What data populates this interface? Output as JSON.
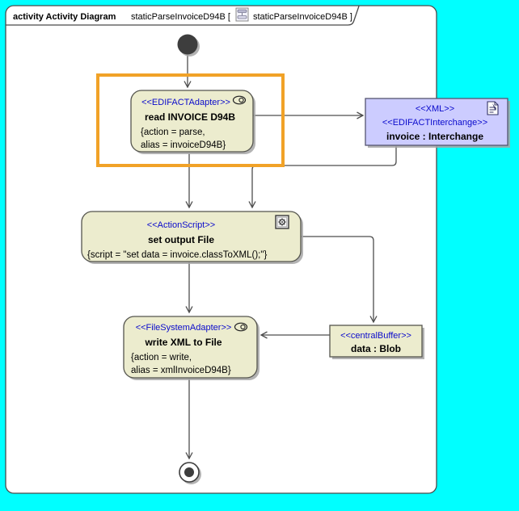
{
  "diagram": {
    "tab": {
      "keyword": "activity Activity Diagram",
      "name_part": "staticParseInvoiceD94B [",
      "ref_part": "staticParseInvoiceD94B ]"
    },
    "nodes": {
      "read_invoice": {
        "stereotype": "<<EDIFACTAdapter>>",
        "name": "read INVOICE D94B",
        "prop1": "{action = parse,",
        "prop2": "alias = invoiceD94B}"
      },
      "invoice_interchange": {
        "stereotype1": "<<XML>>",
        "stereotype2": "<<EDIFACTInterchange>>",
        "name": "invoice : Interchange"
      },
      "set_output_file": {
        "stereotype": "<<ActionScript>>",
        "name": "set output File",
        "prop1": "{script = \"set data = invoice.classToXML();\"}"
      },
      "write_xml": {
        "stereotype": "<<FileSystemAdapter>>",
        "name": "write XML to File",
        "prop1": "{action = write,",
        "prop2": "alias = xmlInvoiceD94B}"
      },
      "data_blob": {
        "stereotype": "<<centralBuffer>>",
        "name": "data : Blob"
      }
    },
    "colors": {
      "canvas": "#00FFFF",
      "frame_fill": "#FFFFFF",
      "action_fill": "#ECECCE",
      "object_fill": "#CCCCFF",
      "stereotype_text": "#0A0ACC",
      "highlight_border": "#F1A227",
      "edge_line": "#4D4D4D",
      "node_border": "#55554E"
    }
  }
}
